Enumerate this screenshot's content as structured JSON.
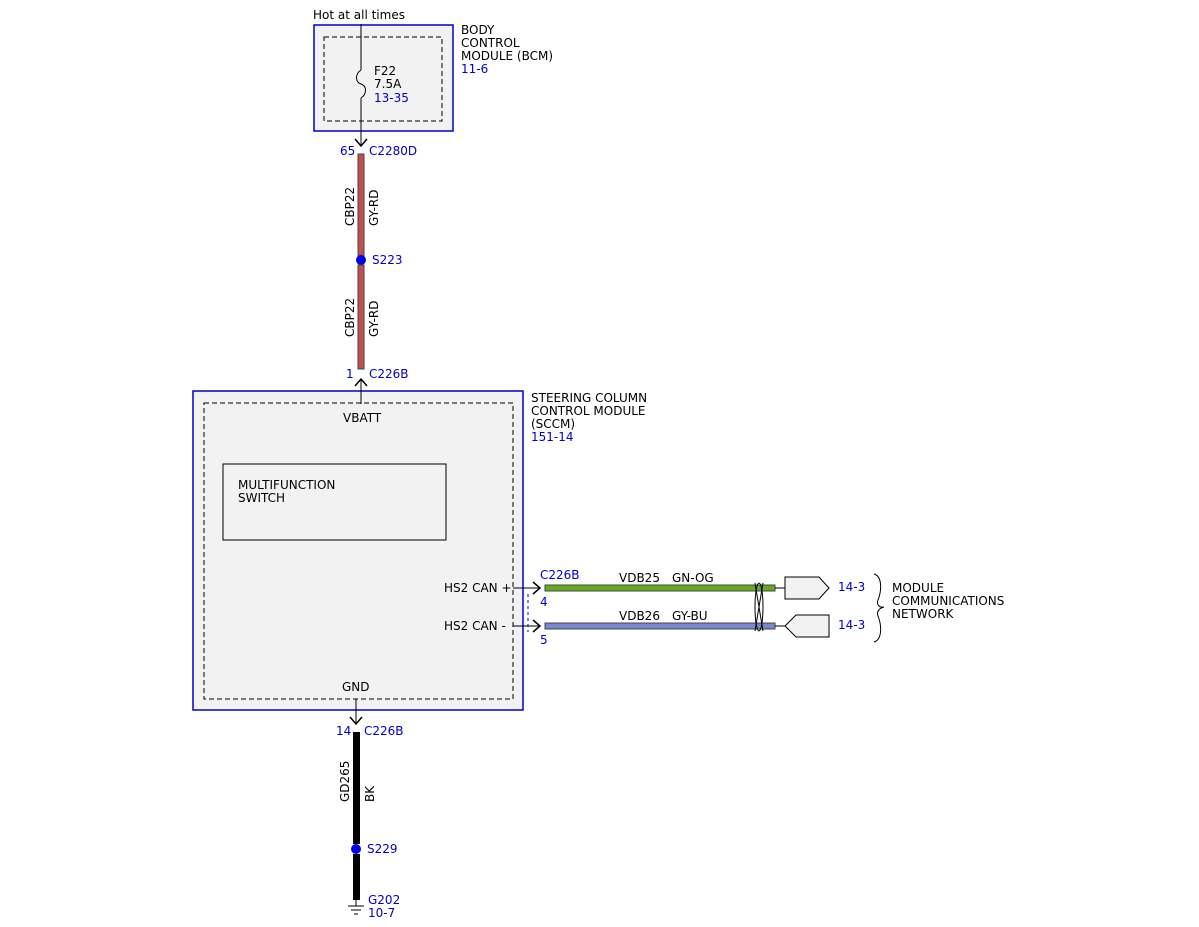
{
  "power_label": "Hot at all times",
  "bcm": {
    "name_lines": [
      "BODY",
      "CONTROL",
      "MODULE (BCM)"
    ],
    "ref": "11-6",
    "fuse_id": "F22",
    "fuse_rating": "7.5A",
    "fuse_ref": "13-35",
    "pin": "65",
    "connector": "C2280D"
  },
  "wire_upper": {
    "circuit": "CBP22",
    "color": "GY-RD"
  },
  "splice_upper": "S223",
  "wire_mid": {
    "circuit": "CBP22",
    "color": "GY-RD"
  },
  "sccm_power_pin": {
    "pin": "1",
    "connector": "C226B"
  },
  "sccm": {
    "name_lines": [
      "STEERING COLUMN",
      "CONTROL MODULE",
      "(SCCM)"
    ],
    "ref": "151-14",
    "vbatt_label": "VBATT",
    "gnd_label": "GND",
    "switch_lines": [
      "MULTIFUNCTION",
      "SWITCH"
    ],
    "can_plus_label": "HS2 CAN +",
    "can_minus_label": "HS2 CAN -",
    "can_connector": "C226B",
    "can_plus_pin": "4",
    "can_minus_pin": "5"
  },
  "can_plus_wire": {
    "circuit": "VDB25",
    "color": "GN-OG",
    "dest_ref": "14-3"
  },
  "can_minus_wire": {
    "circuit": "VDB26",
    "color": "GY-BU",
    "dest_ref": "14-3"
  },
  "network_lines": [
    "MODULE",
    "COMMUNICATIONS",
    "NETWORK"
  ],
  "ground_pin": {
    "pin": "14",
    "connector": "C226B"
  },
  "wire_ground": {
    "circuit": "GD265",
    "color": "BK"
  },
  "splice_lower": "S229",
  "ground": {
    "id": "G202",
    "ref": "10-7"
  },
  "colors": {
    "module_border": "#0000cc",
    "module_fill": "#f2f2f2",
    "ref_text": "#0000cc",
    "splice": "#0000ee",
    "wire_gy_rd": "#c0504d",
    "wire_gn_og": "#66aa22",
    "wire_gy_bu": "#7788cc",
    "wire_bk": "#000000"
  }
}
